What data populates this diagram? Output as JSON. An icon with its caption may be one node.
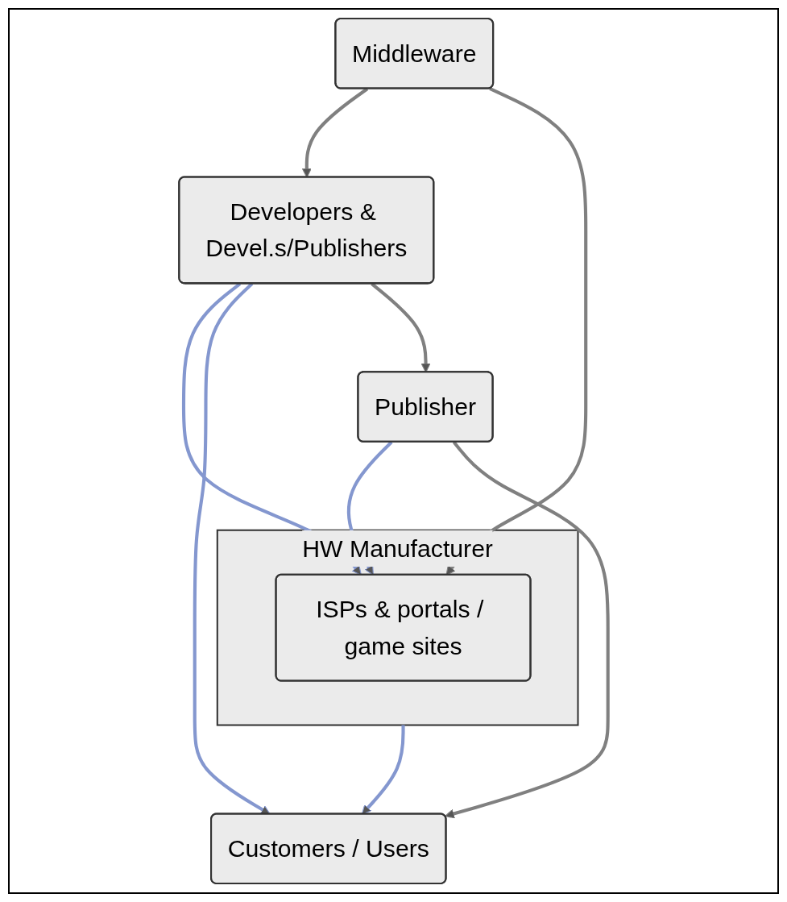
{
  "diagram": {
    "nodes": [
      {
        "text": [
          "Middleware"
        ]
      },
      {
        "text": [
          "HW Manufacturer"
        ]
      },
      {
        "text": [
          "ISPs & portals / game sites"
        ],
        "in": 1
      },
      {
        "text": [
          "Publisher"
        ]
      },
      {
        "text": [
          "Developers & Devel.s/Publishers"
        ]
      },
      {
        "text": [
          "Customers / Users"
        ]
      }
    ],
    "edges": [
      {
        "from": 0,
        "to": 4,
        "arrow": "to"
      },
      {
        "from": 0,
        "to": 2,
        "arrow": "to"
      },
      {
        "from": 4,
        "to": 2,
        "arrow": "to",
        "color": "#8497cf"
      },
      {
        "from": 3,
        "to": 2,
        "arrow": "to",
        "color": "#8497cf"
      },
      {
        "from": 4,
        "to": 5,
        "arrow": "to",
        "color": "#8497cf"
      },
      {
        "from": 4,
        "to": 3,
        "arrow": "to"
      },
      {
        "from": 3,
        "to": 5,
        "arrow": "to"
      },
      {
        "from": 1,
        "to": 5,
        "arrow": "to",
        "color": "#8497cf"
      }
    ]
  }
}
